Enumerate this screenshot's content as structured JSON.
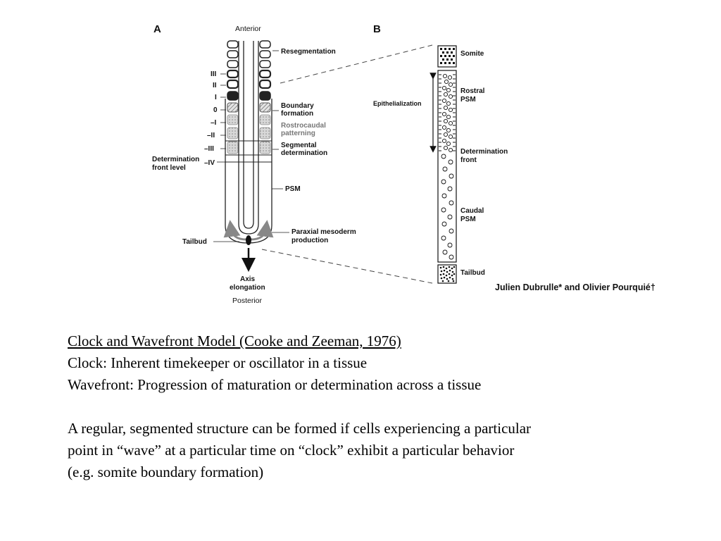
{
  "figure": {
    "panel_a": {
      "letter": "A",
      "anterior": "Anterior",
      "posterior": "Posterior",
      "resegmentation": "Resegmentation",
      "roman": [
        "III",
        "II",
        "I",
        "0",
        "–I",
        "–II",
        "–III",
        "–IV"
      ],
      "boundary_formation": [
        "Boundary",
        "formation"
      ],
      "rostrocaudal_patterning": [
        "Rostrocaudal",
        "patterning"
      ],
      "segmental_determination": [
        "Segmental",
        "determination"
      ],
      "determination_front_level": [
        "Determination",
        "front level"
      ],
      "psm": "PSM",
      "paraxial_mesoderm_production": [
        "Paraxial mesoderm",
        "production"
      ],
      "tailbud": "Tailbud",
      "axis_elongation": [
        "Axis",
        "elongation"
      ]
    },
    "panel_b": {
      "letter": "B",
      "somite": "Somite",
      "epithelialization": "Epithelialization",
      "rostral_psm": [
        "Rostral",
        "PSM"
      ],
      "determination_front": [
        "Determination",
        "front"
      ],
      "caudal_psm": [
        "Caudal",
        "PSM"
      ],
      "tailbud": "Tailbud"
    },
    "credit": "Julien Dubrulle* and Olivier Pourquié†"
  },
  "text": {
    "heading": "Clock and Wavefront Model (Cooke and Zeeman, 1976)",
    "clock": "Clock:  Inherent timekeeper or oscillator in a tissue",
    "wavefront": "Wavefront:  Progression of maturation or determination across a tissue",
    "paragraph_lines": [
      "A regular, segmented structure can be formed if cells experiencing a particular",
      "point in “wave” at a particular time on “clock” exhibit a particular behavior",
      "(e.g. somite boundary formation)"
    ]
  }
}
